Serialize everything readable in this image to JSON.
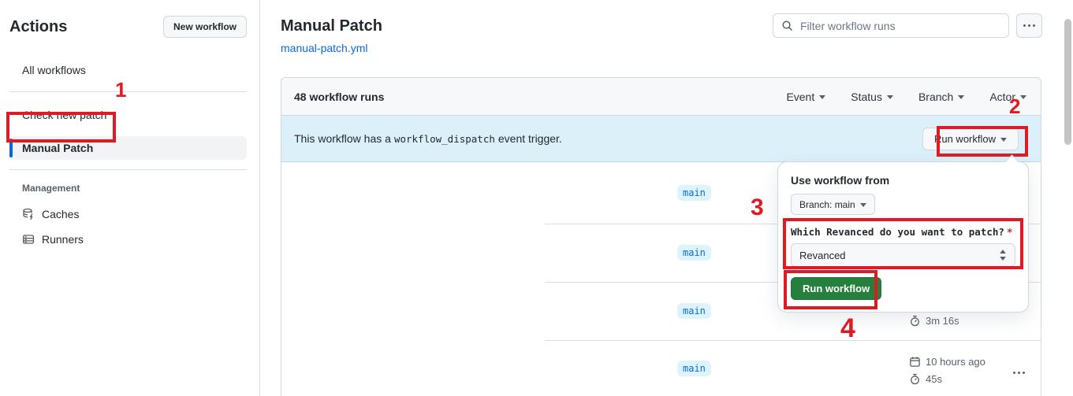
{
  "sidebar": {
    "title": "Actions",
    "new_workflow_button": "New workflow",
    "items": [
      {
        "label": "All workflows"
      },
      {
        "label": "Check new patch"
      },
      {
        "label": "Manual Patch"
      }
    ],
    "management": {
      "label": "Management",
      "items": [
        {
          "label": "Caches"
        },
        {
          "label": "Runners"
        }
      ]
    }
  },
  "header": {
    "title": "Manual Patch",
    "filename": "manual-patch.yml",
    "filter_placeholder": "Filter workflow runs"
  },
  "list": {
    "count_label": "48 workflow runs",
    "filters": [
      {
        "label": "Event"
      },
      {
        "label": "Status"
      },
      {
        "label": "Branch"
      },
      {
        "label": "Actor"
      }
    ],
    "banner": {
      "text_before": "This workflow has a",
      "code": "workflow_dispatch",
      "text_after": "event trigger.",
      "run_button": "Run workflow"
    },
    "rows": [
      {
        "branch": "main"
      },
      {
        "branch": "main"
      },
      {
        "branch": "main",
        "duration": "3m 16s"
      },
      {
        "branch": "main",
        "date": "10 hours ago",
        "duration": "45s"
      }
    ]
  },
  "popup": {
    "title": "Use workflow from",
    "branch_selector": "Branch: main",
    "input_label": "Which Revanced do you want to patch?",
    "required_marker": "*",
    "select_value": "Revanced",
    "run_button": "Run workflow"
  },
  "annotations": {
    "n1": "1",
    "n2": "2",
    "n3": "3",
    "n4": "4"
  },
  "colors": {
    "accent_blue": "#0969da",
    "banner_blue": "#dcf0fa",
    "badge_blue_bg": "#ddf4ff",
    "green_button": "#257f3d",
    "annotation_red": "#e01a23",
    "tab_indicator_orange": "#fd8c73"
  }
}
